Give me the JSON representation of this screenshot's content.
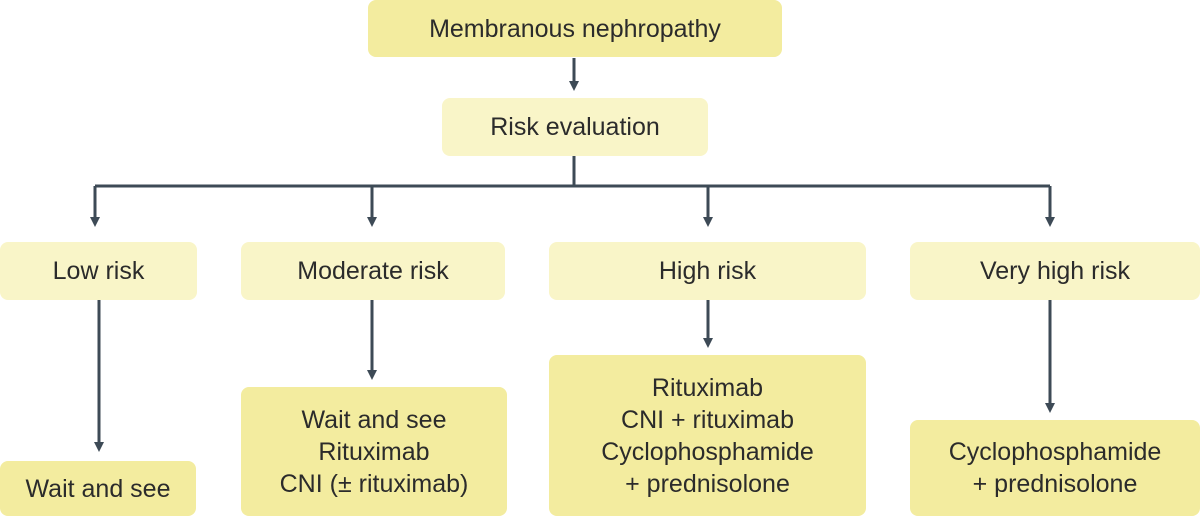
{
  "diagram": {
    "root": {
      "label": "Membranous nephropathy"
    },
    "evaluation": {
      "label": "Risk evaluation"
    },
    "categories": [
      {
        "label": "Low risk",
        "treatments": [
          "Wait and see"
        ]
      },
      {
        "label": "Moderate risk",
        "treatments": [
          "Wait and see",
          "Rituximab",
          "CNI (± rituximab)"
        ]
      },
      {
        "label": "High risk",
        "treatments": [
          "Rituximab",
          "CNI + rituximab",
          "Cyclophosphamide",
          "+ prednisolone"
        ]
      },
      {
        "label": "Very high risk",
        "treatments": [
          "Cyclophosphamide",
          "+ prednisolone"
        ]
      }
    ],
    "colors": {
      "primary_box": "#f3ec9f",
      "secondary_box": "#f9f5c8",
      "connector": "#3d4a56",
      "text": "#2b2b2b"
    }
  }
}
